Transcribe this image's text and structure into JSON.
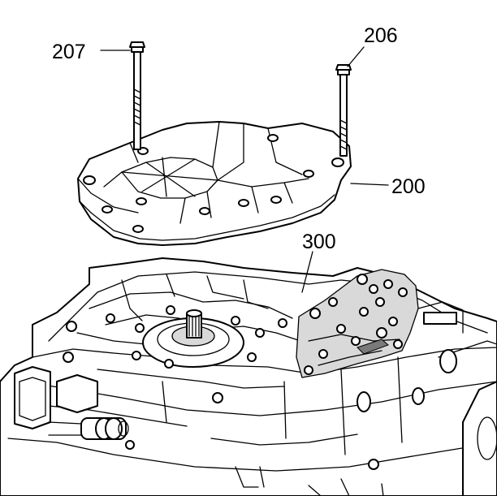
{
  "callouts": {
    "bolt_207": "207",
    "bolt_206": "206",
    "cover_200": "200",
    "body_300": "300"
  }
}
